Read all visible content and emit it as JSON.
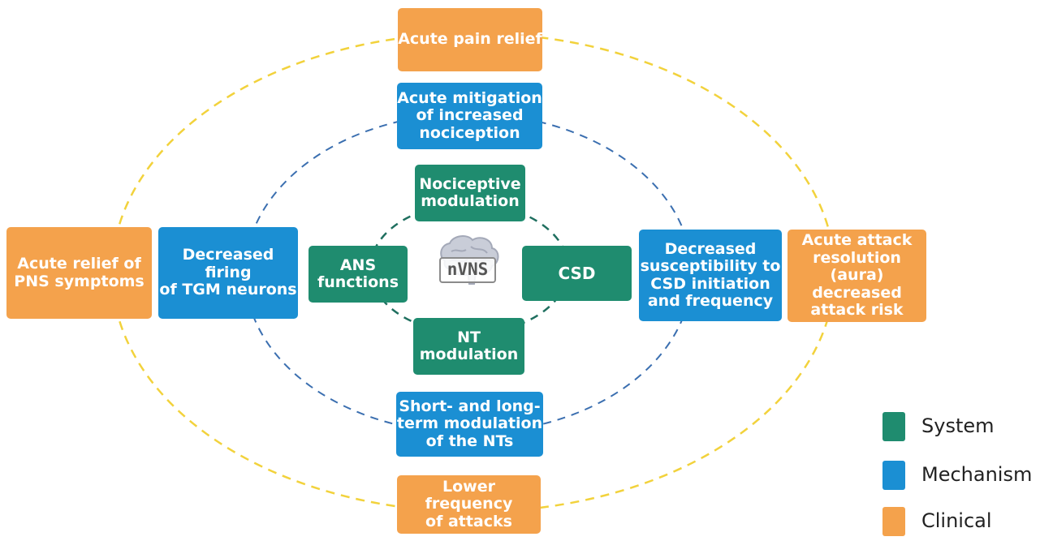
{
  "diagram": {
    "center_label": "nVNS",
    "system_nodes": {
      "top": "Nociceptive\nmodulation",
      "left": "ANS\nfunctions",
      "right": "CSD",
      "bottom": "NT\nmodulation"
    },
    "mechanism_nodes": {
      "top": "Acute mitigation\nof increased\nnociception",
      "left": "Decreased firing\nof TGM neurons",
      "right": "Decreased\nsusceptibility to\nCSD initiation\nand frequency",
      "bottom": "Short- and long-\nterm modulation\nof the NTs"
    },
    "clinical_nodes": {
      "top": "Acute pain relief",
      "left": "Acute relief of\nPNS symptoms",
      "right": "Acute attack\nresolution (aura)\ndecreased\nattack risk",
      "bottom": "Lower frequency\nof attacks"
    }
  },
  "legend": {
    "system": "System",
    "mechanism": "Mechanism",
    "clinical": "Clinical"
  },
  "colors": {
    "system": "#1f8c6f",
    "mechanism": "#1b8fd3",
    "clinical": "#f4a24c",
    "inner_ring": "#1f6f5f",
    "middle_ring": "#3b6fb0",
    "outer_ring": "#f2d23c"
  }
}
